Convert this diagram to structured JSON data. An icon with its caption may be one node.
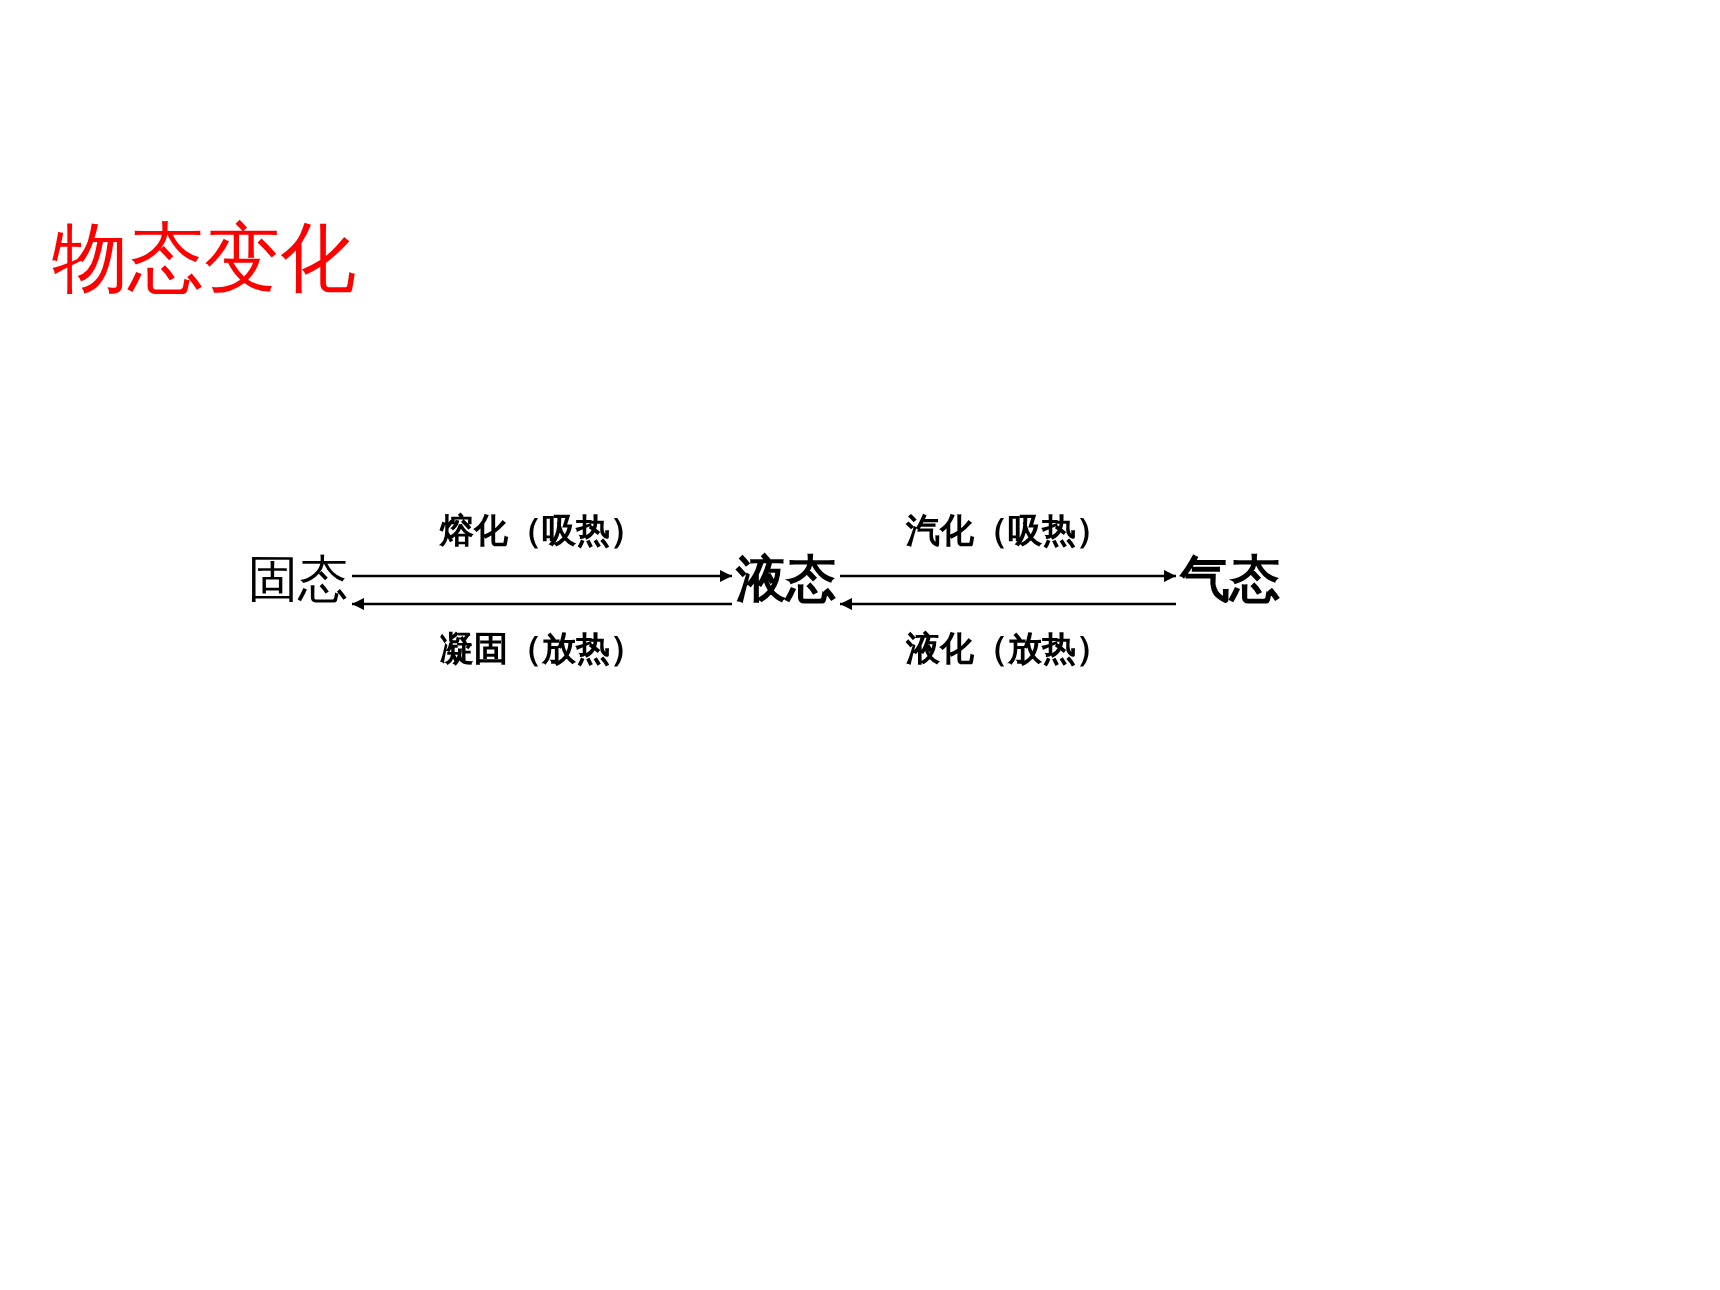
{
  "diagram": {
    "title": "物态变化",
    "nodes": [
      {
        "text": [
          "固态"
        ]
      },
      {
        "text": [
          "液态"
        ]
      },
      {
        "text": [
          "气态"
        ]
      }
    ],
    "edges": [
      {
        "from": 0,
        "to": 1,
        "arrow": "to",
        "label": "熔化（吸热）"
      },
      {
        "from": 1,
        "to": 0,
        "arrow": "to",
        "label": "凝固（放热）"
      },
      {
        "from": 1,
        "to": 2,
        "arrow": "to",
        "label": "汽化（吸热）"
      },
      {
        "from": 2,
        "to": 1,
        "arrow": "to",
        "label": "液化（放热）"
      }
    ]
  }
}
